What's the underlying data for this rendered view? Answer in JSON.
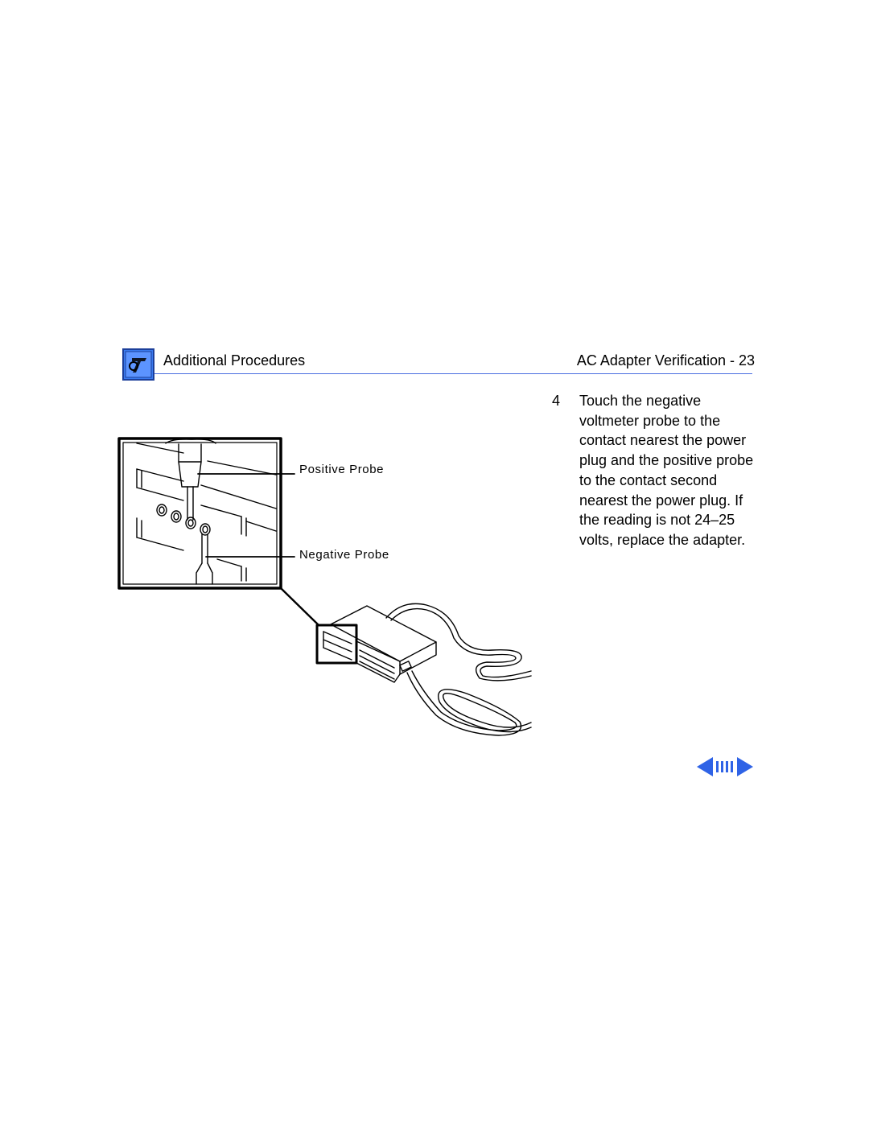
{
  "header": {
    "section_icon": "toolbox-icon",
    "section_title": "Additional Procedures",
    "page_title": "AC Adapter Verification - 23",
    "rule_color": "#4a6ee0",
    "icon_color": "#3a7bf0"
  },
  "step": {
    "number": "4",
    "text": "Touch the negative voltmeter probe to the contact nearest the power plug and the positive probe to the contact second nearest the power plug.  If the reading is not 24–25 volts, replace the adapter."
  },
  "figure": {
    "callouts": {
      "positive": "Positive Probe",
      "negative": "Negative Probe"
    }
  },
  "navigation": {
    "previous_icon": "previous-page-arrow-icon",
    "pages_icon": "page-bars-icon",
    "next_icon": "next-page-arrow-icon",
    "color": "#2f63e6"
  }
}
